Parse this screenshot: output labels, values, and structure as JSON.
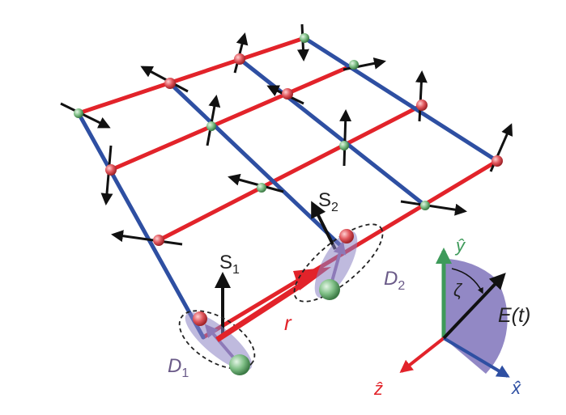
{
  "labels": {
    "s1": {
      "main": "S",
      "sub": "1"
    },
    "s2": {
      "main": "S",
      "sub": "2"
    },
    "d1": {
      "main": "D",
      "sub": "1"
    },
    "d2": {
      "main": "D",
      "sub": "2"
    },
    "r": "r",
    "zeta": "ζ",
    "field": "E(t)",
    "axis_y": "ŷ",
    "axis_z": "ẑ",
    "axis_x": "x̂"
  },
  "colors": {
    "bond_red": "#e2232a",
    "bond_blue": "#2e4fa2",
    "site_red": "#e0555b",
    "site_green": "#7fbf86",
    "spin_arrow": "#111111",
    "dipole_ellipse": "#8b82c2",
    "dipole_arrow": "#9a86c0",
    "axis_y": "#3e9a5a",
    "axis_z": "#e2232a",
    "axis_x": "#2e4fa2",
    "angle_fill": "#7f73bb",
    "r_label": "#e2232a",
    "d_label": "#6a5a88"
  }
}
